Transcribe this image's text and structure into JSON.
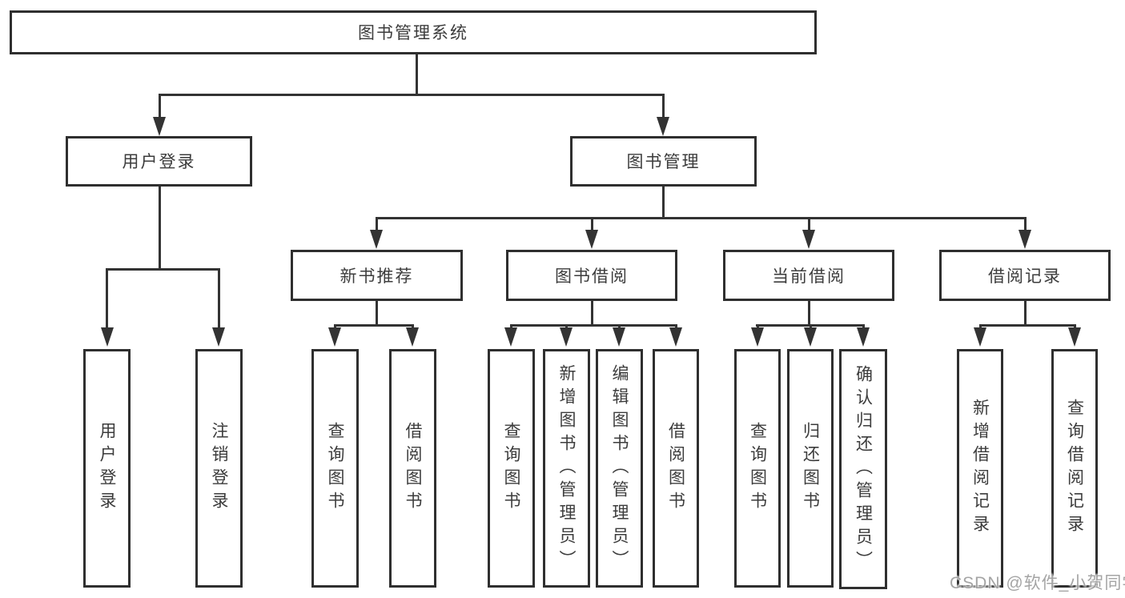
{
  "tree": {
    "root": {
      "label": "图书管理系统"
    },
    "level2": [
      {
        "label": "用户登录"
      },
      {
        "label": "图书管理"
      }
    ],
    "level3": [
      {
        "label": "新书推荐"
      },
      {
        "label": "图书借阅"
      },
      {
        "label": "当前借阅"
      },
      {
        "label": "借阅记录"
      }
    ],
    "leaves": {
      "user_login": [
        {
          "label": "用户登录"
        },
        {
          "label": "注销登录"
        }
      ],
      "new_book_recommend": [
        {
          "label": "查询图书"
        },
        {
          "label": "借阅图书"
        }
      ],
      "book_borrow": [
        {
          "label": "查询图书"
        },
        {
          "label": "新增图书（管理员）"
        },
        {
          "label": "编辑图书（管理员）"
        },
        {
          "label": "借阅图书"
        }
      ],
      "current_borrow": [
        {
          "label": "查询图书"
        },
        {
          "label": "归还图书"
        },
        {
          "label": "确认归还（管理员）"
        }
      ],
      "borrow_record": [
        {
          "label": "新增借阅记录"
        },
        {
          "label": "查询借阅记录"
        }
      ]
    }
  },
  "watermark": "CSDN @软件_小贺同学",
  "colors": {
    "line": "#333333",
    "box_border": "#2f2f2f",
    "text": "#3c3c3c",
    "background": "#ffffff",
    "watermark": "#949494"
  }
}
